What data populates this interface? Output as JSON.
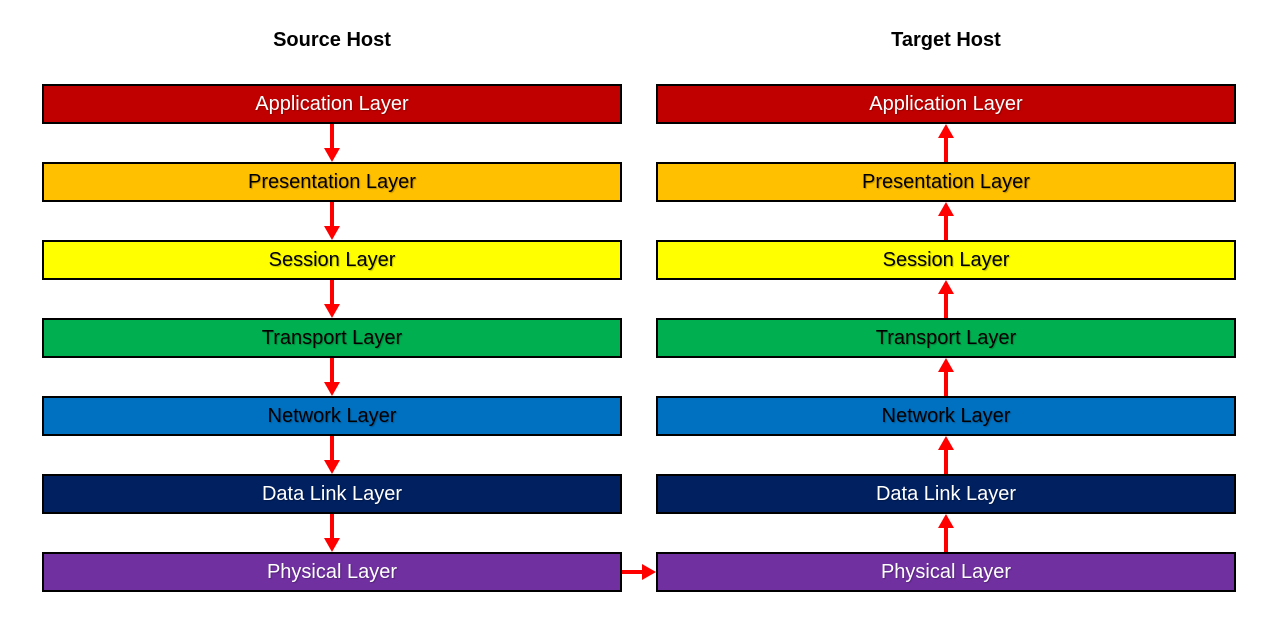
{
  "source": {
    "title": "Source Host",
    "layers": [
      "Application Layer",
      "Presentation Layer",
      "Session Layer",
      "Transport Layer",
      "Network Layer",
      "Data Link Layer",
      "Physical Layer"
    ]
  },
  "target": {
    "title": "Target Host",
    "layers": [
      "Application Layer",
      "Presentation Layer",
      "Session Layer",
      "Transport Layer",
      "Network Layer",
      "Data Link Layer",
      "Physical Layer"
    ]
  },
  "colors": {
    "application": "#c00000",
    "presentation": "#ffc000",
    "session": "#ffff00",
    "transport": "#00b050",
    "network": "#0070c0",
    "data_link": "#002060",
    "physical": "#7030a0",
    "arrow": "#ff0000"
  }
}
